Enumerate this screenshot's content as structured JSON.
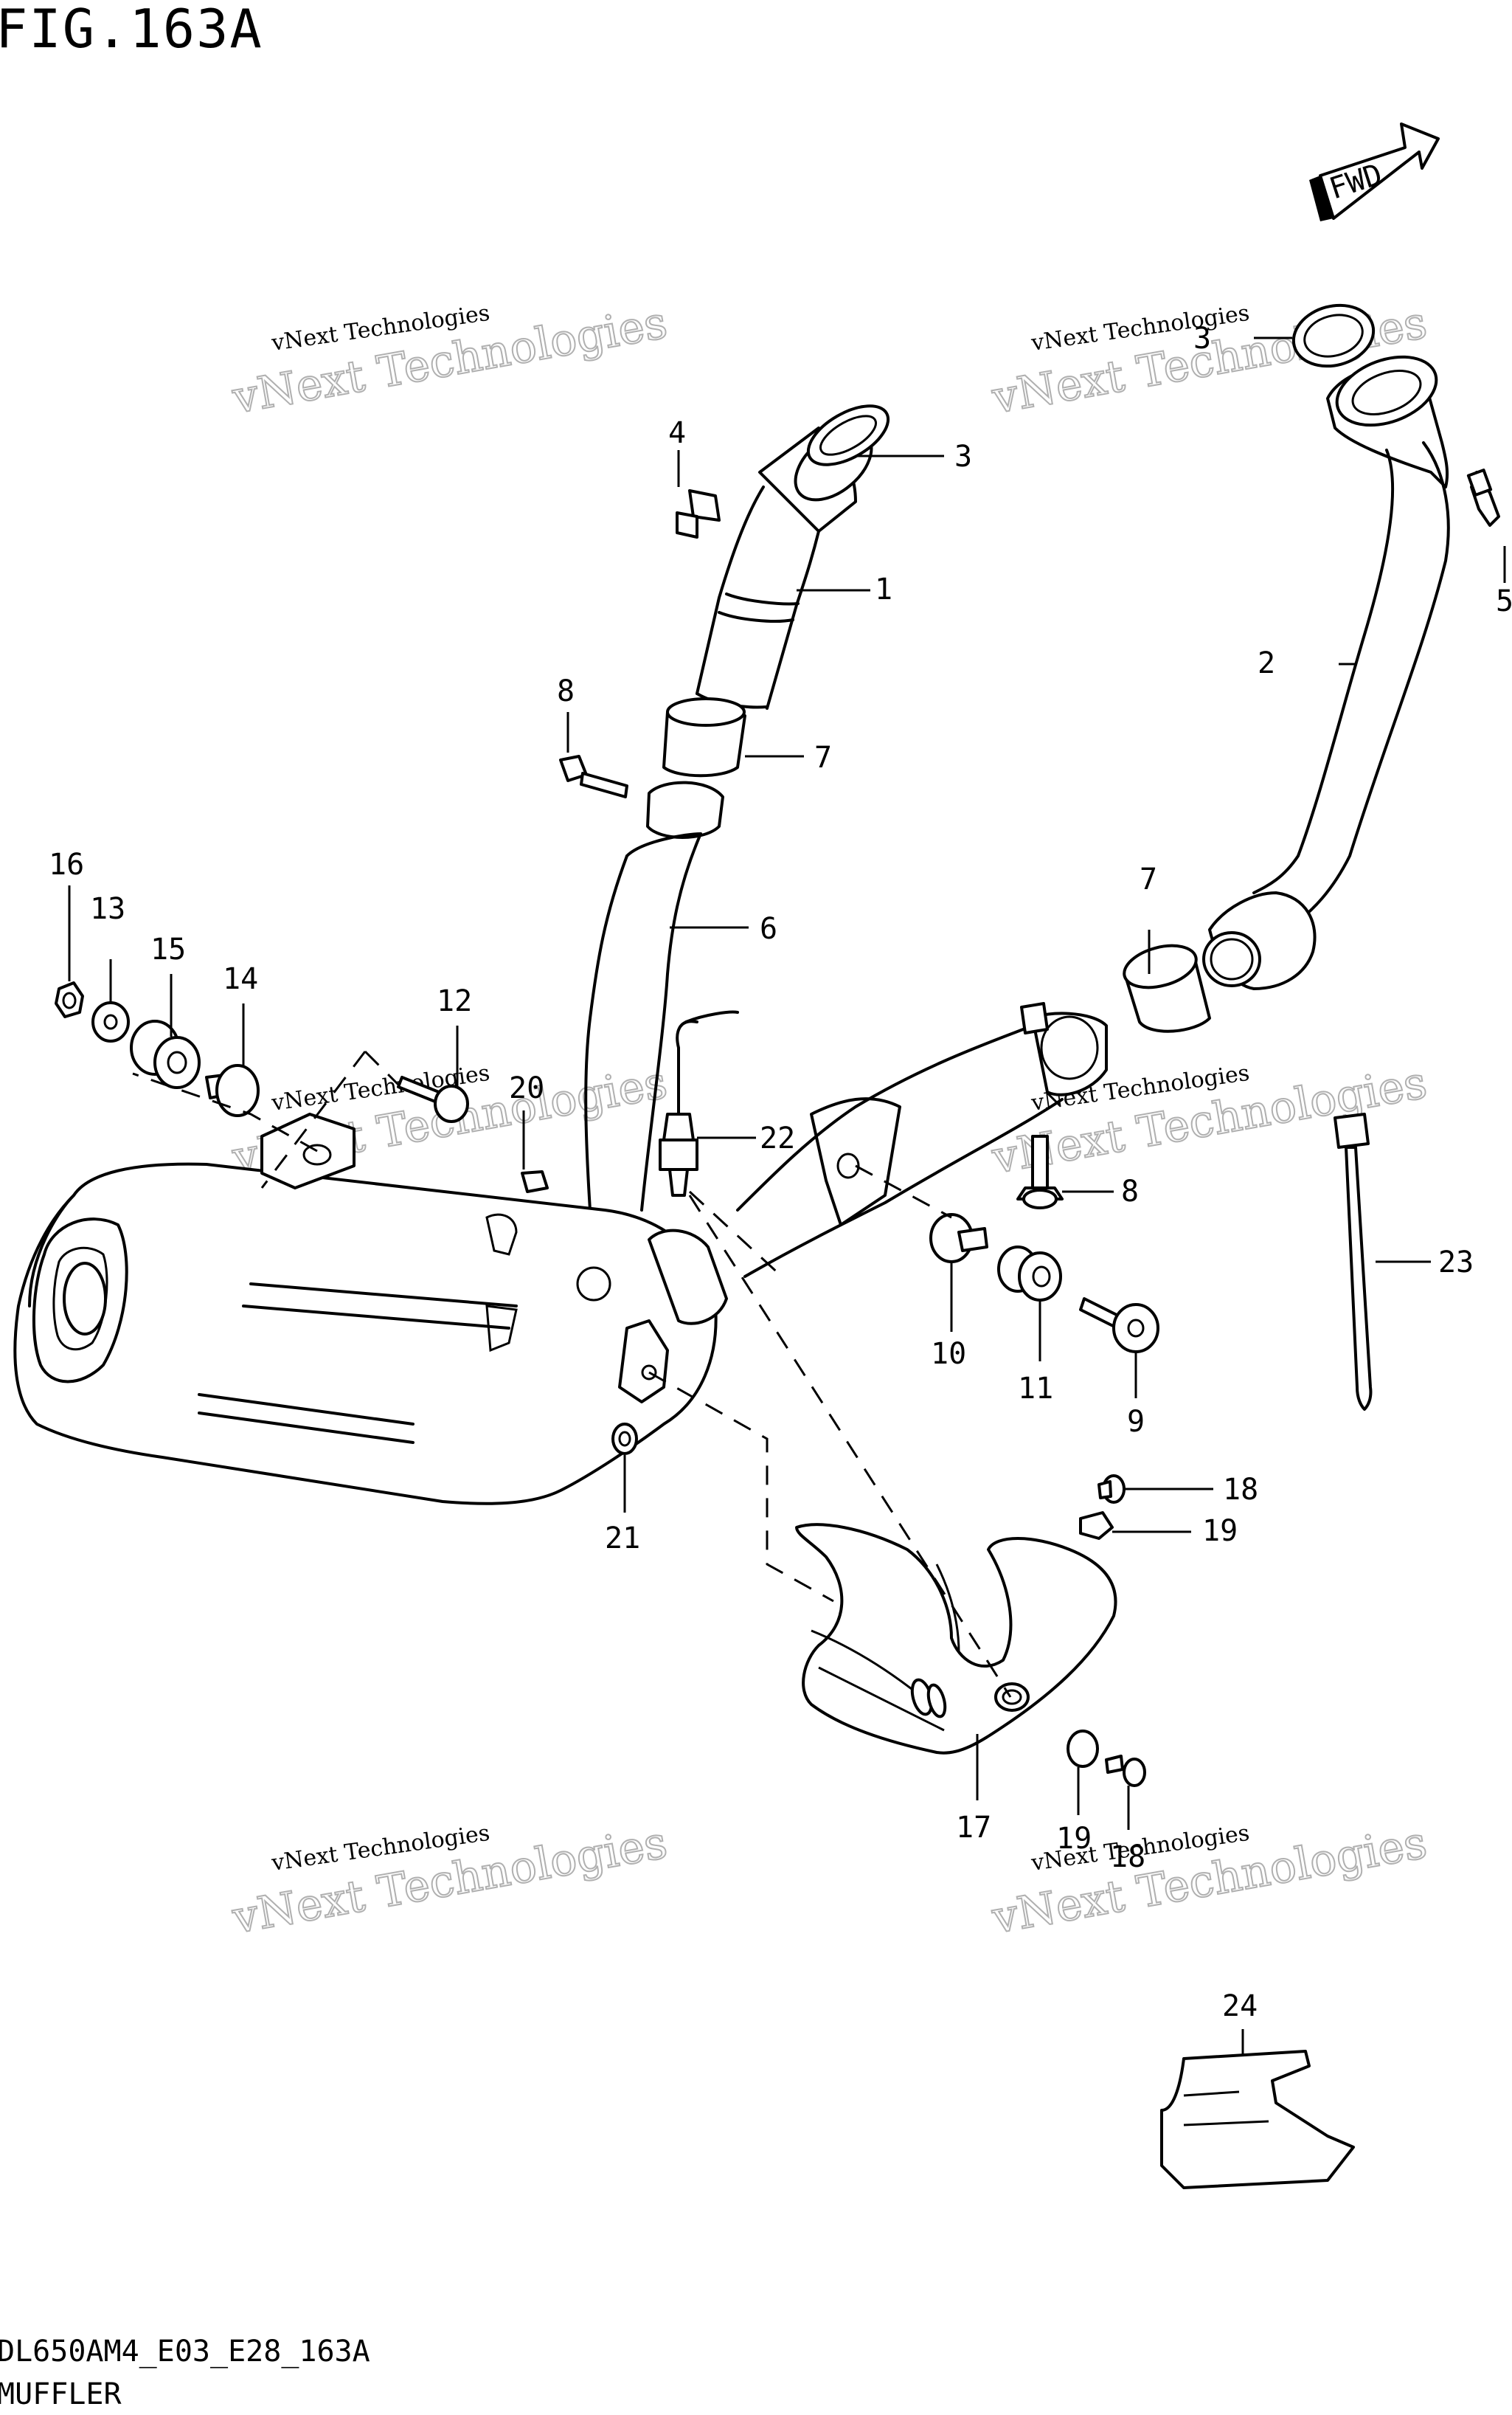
{
  "figure": {
    "title": "FIG.163A",
    "fwd_badge": "FWD",
    "model_code": "DL650AM4_E03_E28_163A",
    "caption": "MUFFLER"
  },
  "watermark": {
    "line1": "vNext Technologies",
    "line2": "vNext Technologies"
  },
  "callouts": [
    {
      "id": "1",
      "text": "1"
    },
    {
      "id": "2",
      "text": "2"
    },
    {
      "id": "3a",
      "text": "3"
    },
    {
      "id": "3b",
      "text": "3"
    },
    {
      "id": "4",
      "text": "4"
    },
    {
      "id": "5",
      "text": "5"
    },
    {
      "id": "6",
      "text": "6"
    },
    {
      "id": "7a",
      "text": "7"
    },
    {
      "id": "7b",
      "text": "7"
    },
    {
      "id": "8a",
      "text": "8"
    },
    {
      "id": "8b",
      "text": "8"
    },
    {
      "id": "9",
      "text": "9"
    },
    {
      "id": "10",
      "text": "10"
    },
    {
      "id": "11",
      "text": "11"
    },
    {
      "id": "12",
      "text": "12"
    },
    {
      "id": "13",
      "text": "13"
    },
    {
      "id": "14",
      "text": "14"
    },
    {
      "id": "15",
      "text": "15"
    },
    {
      "id": "16",
      "text": "16"
    },
    {
      "id": "17",
      "text": "17"
    },
    {
      "id": "18a",
      "text": "18"
    },
    {
      "id": "18b",
      "text": "18"
    },
    {
      "id": "19a",
      "text": "19"
    },
    {
      "id": "19b",
      "text": "19"
    },
    {
      "id": "20",
      "text": "20"
    },
    {
      "id": "21",
      "text": "21"
    },
    {
      "id": "22",
      "text": "22"
    },
    {
      "id": "23",
      "text": "23"
    },
    {
      "id": "24",
      "text": "24"
    }
  ]
}
